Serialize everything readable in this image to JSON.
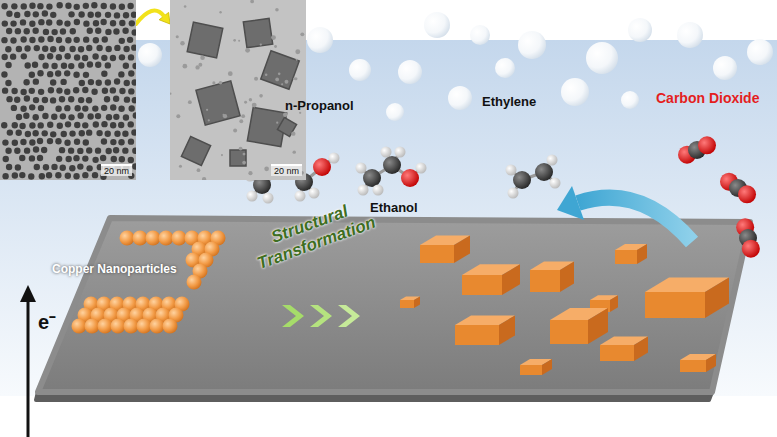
{
  "diagram": {
    "nodes": [
      {
        "text": [
          "20 nm"
        ]
      },
      {
        "text": [
          "20 nm"
        ]
      }
    ],
    "edges": [
      {
        "from": 0,
        "to": 1,
        "arrow": "to"
      }
    ],
    "labels": [
      "Copper Nanoparticles",
      "Structural Transformation",
      "n-Propanol",
      "Ethanol",
      "Ethylene",
      "Carbon Dioxide",
      "e⁻"
    ]
  }
}
